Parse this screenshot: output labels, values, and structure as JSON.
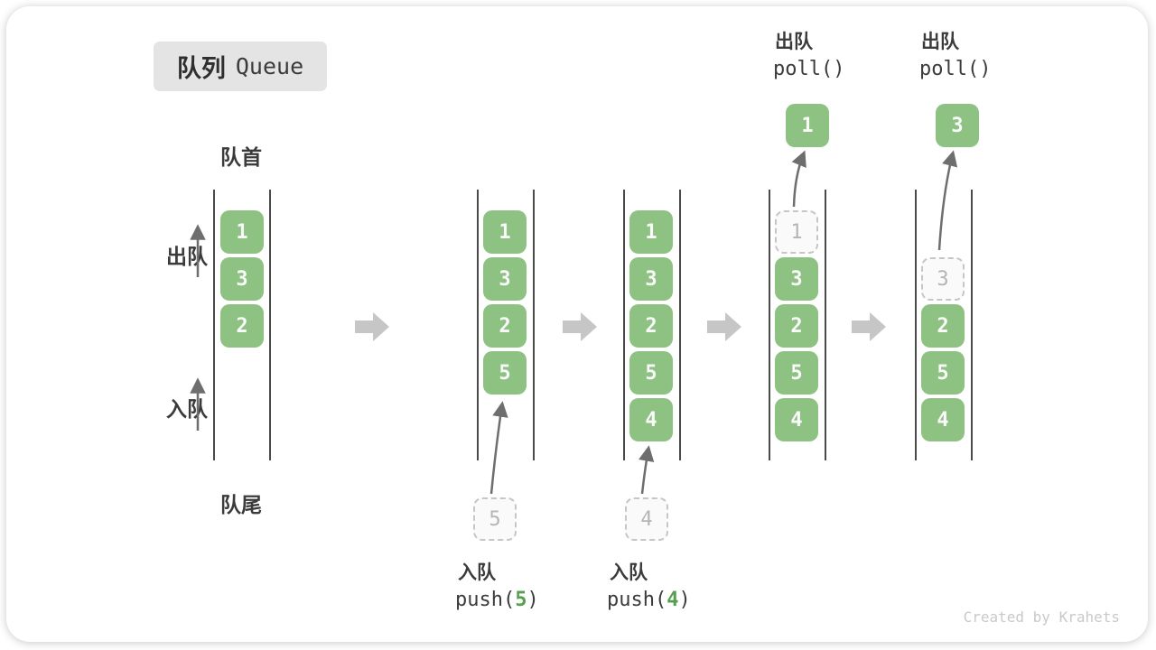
{
  "title": {
    "zh": "队列",
    "en": "Queue"
  },
  "labels": {
    "front": "队首",
    "rear": "队尾",
    "dequeue_side": "出队",
    "enqueue_side": "入队"
  },
  "states": [
    {
      "cells": [
        "1",
        "3",
        "2"
      ]
    },
    {
      "cells": [
        "1",
        "3",
        "2",
        "5"
      ],
      "incoming": "5"
    },
    {
      "cells": [
        "1",
        "3",
        "2",
        "5",
        "4"
      ],
      "incoming": "4"
    },
    {
      "ghost": "1",
      "cells": [
        "3",
        "2",
        "5",
        "4"
      ],
      "out": "1"
    },
    {
      "ghost": "3",
      "cells": [
        "2",
        "5",
        "4"
      ],
      "out": "3"
    }
  ],
  "operations": [
    {
      "label": "入队",
      "code_open": "push(",
      "arg": "5",
      "code_close": ")"
    },
    {
      "label": "入队",
      "code_open": "push(",
      "arg": "4",
      "code_close": ")"
    },
    {
      "label": "出队",
      "code": "poll()"
    },
    {
      "label": "出队",
      "code": "poll()"
    }
  ],
  "watermark": "Created by Krahets",
  "colors": {
    "cell_green": "#8dc282",
    "arg_green": "#55a04e",
    "badge_gray": "#e4e4e4",
    "block_arrow_gray": "#c6c6c6",
    "ghost_gray": "#c6c6c6",
    "text_dark": "#3b3b3b"
  }
}
